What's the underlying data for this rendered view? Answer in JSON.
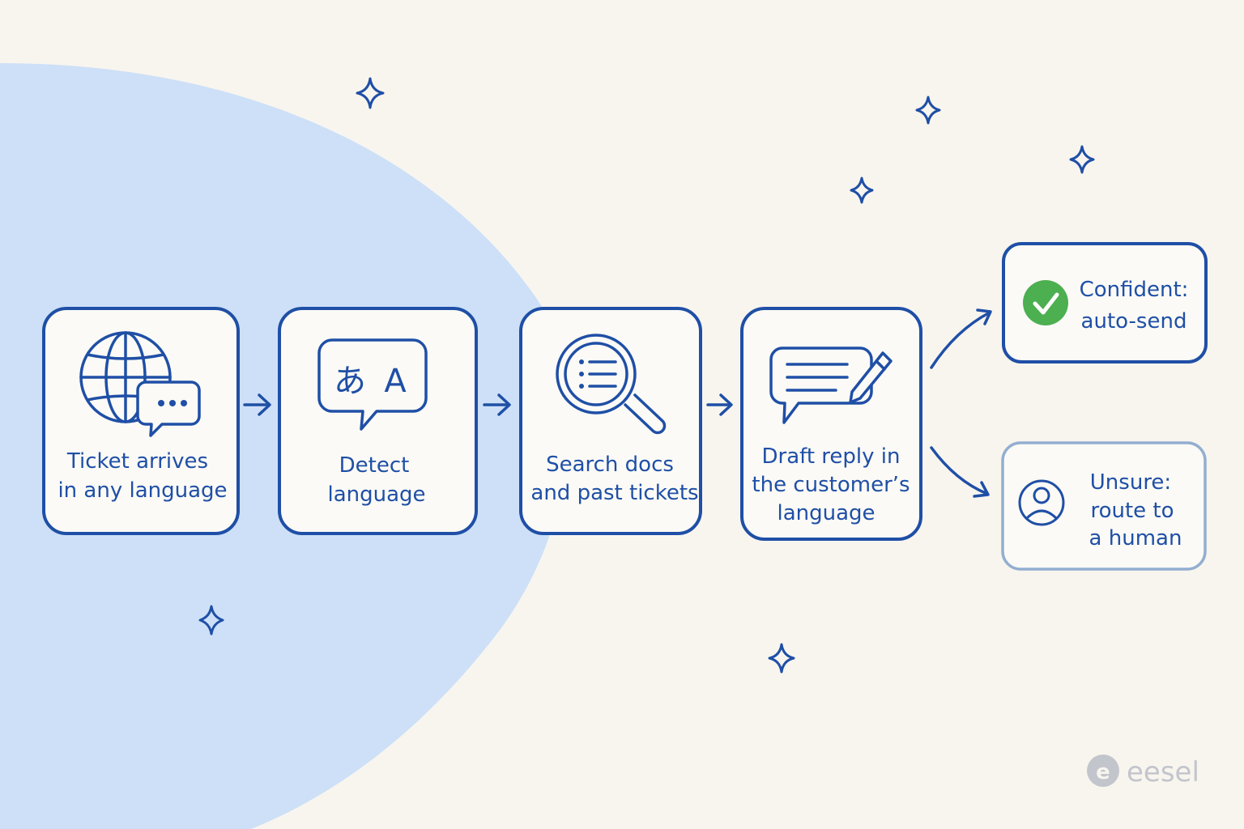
{
  "steps": [
    {
      "id": "ticket",
      "icon": "globe-chat-icon",
      "lines": [
        "Ticket arrives",
        "in any language"
      ]
    },
    {
      "id": "detect",
      "icon": "language-translate-icon",
      "icon_glyphs": [
        "あ",
        "A"
      ],
      "lines": [
        "Detect",
        "language"
      ]
    },
    {
      "id": "search",
      "icon": "magnifier-list-icon",
      "lines": [
        "Search docs",
        "and past tickets"
      ]
    },
    {
      "id": "draft",
      "icon": "chat-pencil-icon",
      "lines": [
        "Draft reply in",
        "the customer’s",
        "language"
      ]
    }
  ],
  "outcomes": [
    {
      "id": "confident",
      "icon": "checkmark-icon",
      "icon_color": "#4caf50",
      "lines": [
        "Confident:",
        "auto-send"
      ]
    },
    {
      "id": "unsure",
      "icon": "user-icon",
      "lines": [
        "Unsure:",
        "route to",
        "a human"
      ]
    }
  ],
  "brand": {
    "name": "eesel",
    "logo_letter": "e"
  },
  "colors": {
    "ink": "#1f4fa6",
    "background": "#f8f5ef",
    "blob": "#cde0f7",
    "muted_border": "#93aed0",
    "brand_gray": "#c2c5cb"
  }
}
